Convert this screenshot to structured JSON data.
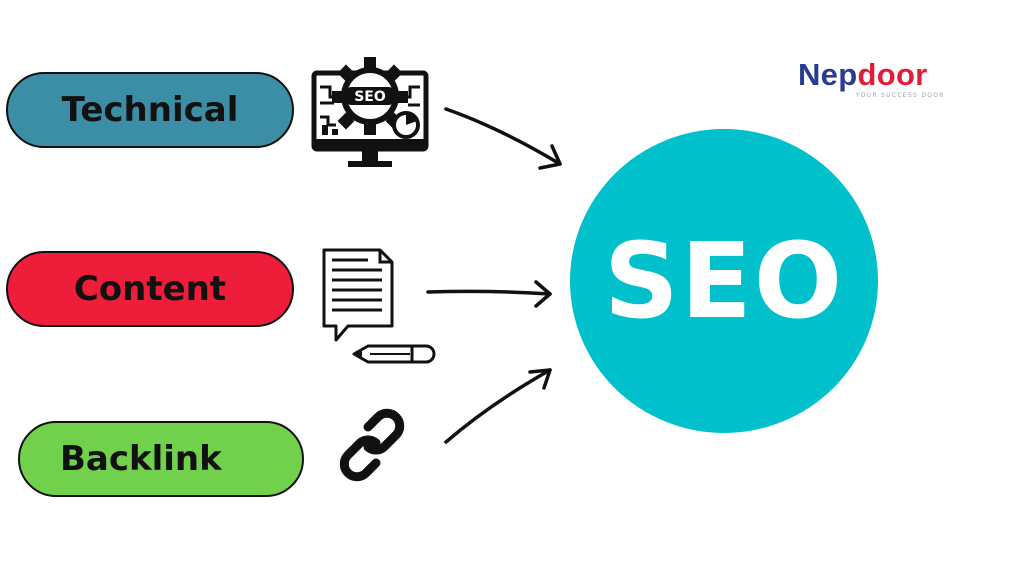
{
  "pills": [
    {
      "label": "Technical",
      "color": "#3b8ea5"
    },
    {
      "label": "Content",
      "color": "#ee1d3a"
    },
    {
      "label": "Backlink",
      "color": "#71d14c"
    }
  ],
  "monitor_icon": {
    "label": "SEO",
    "icon": "seo-monitor-gear-icon"
  },
  "document_icon": {
    "icon": "document-pencil-icon"
  },
  "link_icon": {
    "icon": "chain-link-icon"
  },
  "hub": {
    "label": "SEO",
    "color": "#00c0cb"
  },
  "logo": {
    "part1": "Nep",
    "part2": "door",
    "tagline": "YOUR SUCCESS DOOR",
    "color1": "#2a3c92",
    "color2": "#e01e3a"
  }
}
